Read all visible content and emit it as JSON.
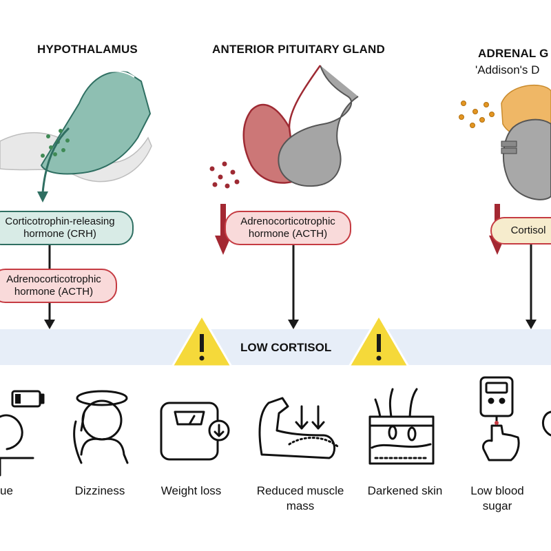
{
  "headings": {
    "hypothalamus": "HYPOTHALAMUS",
    "pituitary": "ANTERIOR PITUITARY GLAND",
    "adrenal": "ADRENAL G",
    "adrenal_sub": "'Addison's D"
  },
  "hormones": {
    "crh": "Corticotrophin-releasing\nhormone (CRH)",
    "acth_left": "Adrenocorticotrophic\nhormone (ACTH)",
    "acth_mid": "Adrenocorticotrophic\nhormone (ACTH)",
    "cortisol": "Cortisol"
  },
  "band": {
    "label": "LOW CORTISOL"
  },
  "symptoms": {
    "fatigue": "ue",
    "dizziness": "Dizziness",
    "weight_loss": "Weight loss",
    "muscle": "Reduced muscle\nmass",
    "skin": "Darkened skin",
    "sugar": "Low blood\nsugar"
  },
  "colors": {
    "teal": "#2f6f62",
    "red_arrow": "#a32832",
    "warning": "#f5d93a",
    "band": "#e7eef8"
  }
}
